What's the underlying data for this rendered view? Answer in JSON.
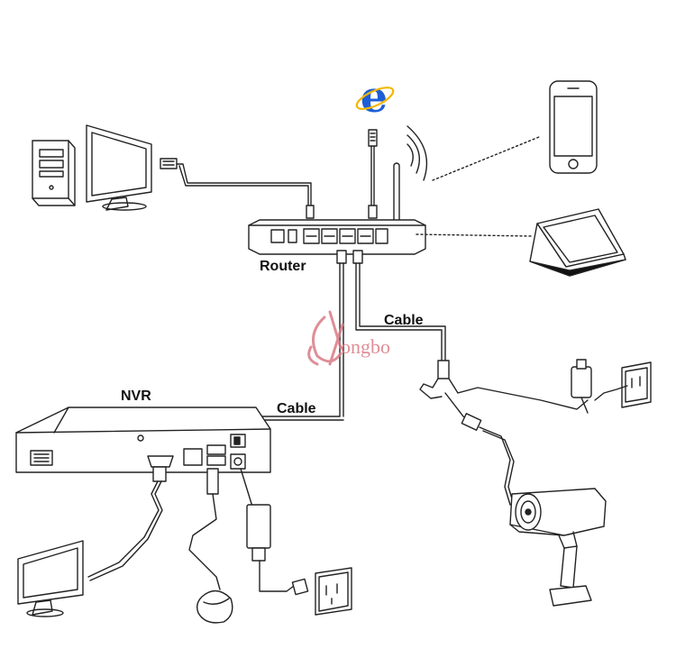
{
  "labels": {
    "router": "Router",
    "cable_top": "Cable",
    "cable_nvr": "Cable",
    "nvr": "NVR"
  },
  "watermark": {
    "text": "ongbo",
    "color": "#d97b86"
  },
  "colors": {
    "line": "#222222",
    "ie_blue": "#1e5ed6",
    "ie_ring": "#f2b705"
  },
  "icons": {
    "internet": "internet-explorer-icon",
    "wifi": "wifi-waves-icon"
  }
}
